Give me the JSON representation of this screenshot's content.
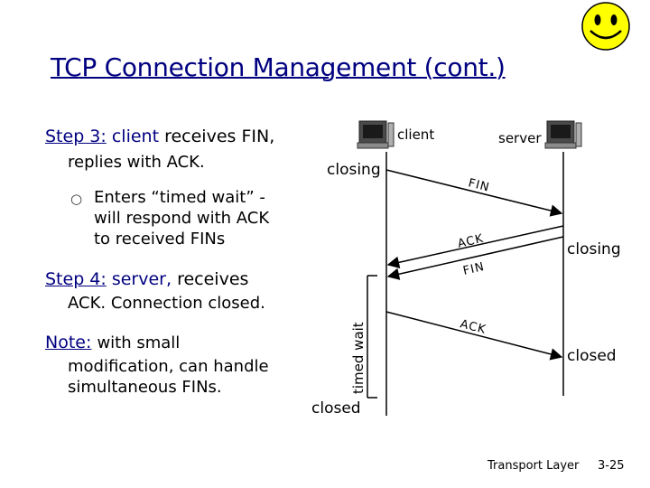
{
  "slide": {
    "title": "TCP Connection Management (cont.)",
    "step3": {
      "label": "Step 3:",
      "actor": "client",
      "text": "receives FIN,",
      "line2": "replies with ACK.",
      "bullet": "Enters “timed wait” -",
      "bullet_line2": "will respond with ACK",
      "bullet_line3": "to received FINs"
    },
    "step4": {
      "label": "Step 4:",
      "actor": "server,",
      "text": "receives",
      "line2": "ACK.  Connection closed."
    },
    "note": {
      "label": "Note:",
      "text": "with small",
      "line2": "modification, can handle",
      "line3": "simultaneous FINs."
    }
  },
  "diagram": {
    "client_label": "client",
    "server_label": "server",
    "client_state_closing": "closing",
    "client_state_closed": "closed",
    "server_state_closing": "closing",
    "server_state_closed": "closed",
    "timed_wait_label": "timed wait",
    "messages": [
      "FIN",
      "ACK",
      "FIN",
      "ACK"
    ]
  },
  "footer": {
    "section": "Transport Layer",
    "page": "3-25"
  },
  "icons": {
    "smiley": "smiley-face-icon",
    "client_computer": "computer-icon",
    "server_computer": "computer-icon",
    "bullet": "bullet-icon"
  },
  "colors": {
    "accent": "#000080",
    "smiley_fill": "#ffff00"
  }
}
